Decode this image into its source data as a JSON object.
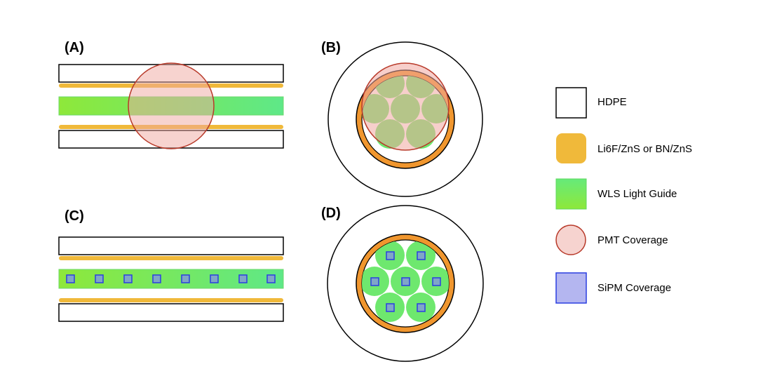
{
  "panels": {
    "a": {
      "label": "(A)"
    },
    "b": {
      "label": "(B)"
    },
    "c": {
      "label": "(C)"
    },
    "d": {
      "label": "(D)"
    }
  },
  "legend": {
    "hdpe": {
      "label": "HDPE",
      "fill": "#ffffff",
      "stroke": "#000000"
    },
    "scintillator": {
      "label": "Li6F/ZnS or BN/ZnS",
      "fill": "#f0b93a",
      "stroke": "#f0b93a"
    },
    "wls": {
      "label": "WLS Light Guide",
      "fill": "#6ee86e",
      "stroke": "#5fd85f"
    },
    "pmt": {
      "label": "PMT Coverage",
      "fill": "#f6d3cf",
      "stroke": "#b83a2a"
    },
    "sipm": {
      "label": "SiPM Coverage",
      "fill": "#b4b6f0",
      "stroke": "#2a3fe0"
    }
  }
}
